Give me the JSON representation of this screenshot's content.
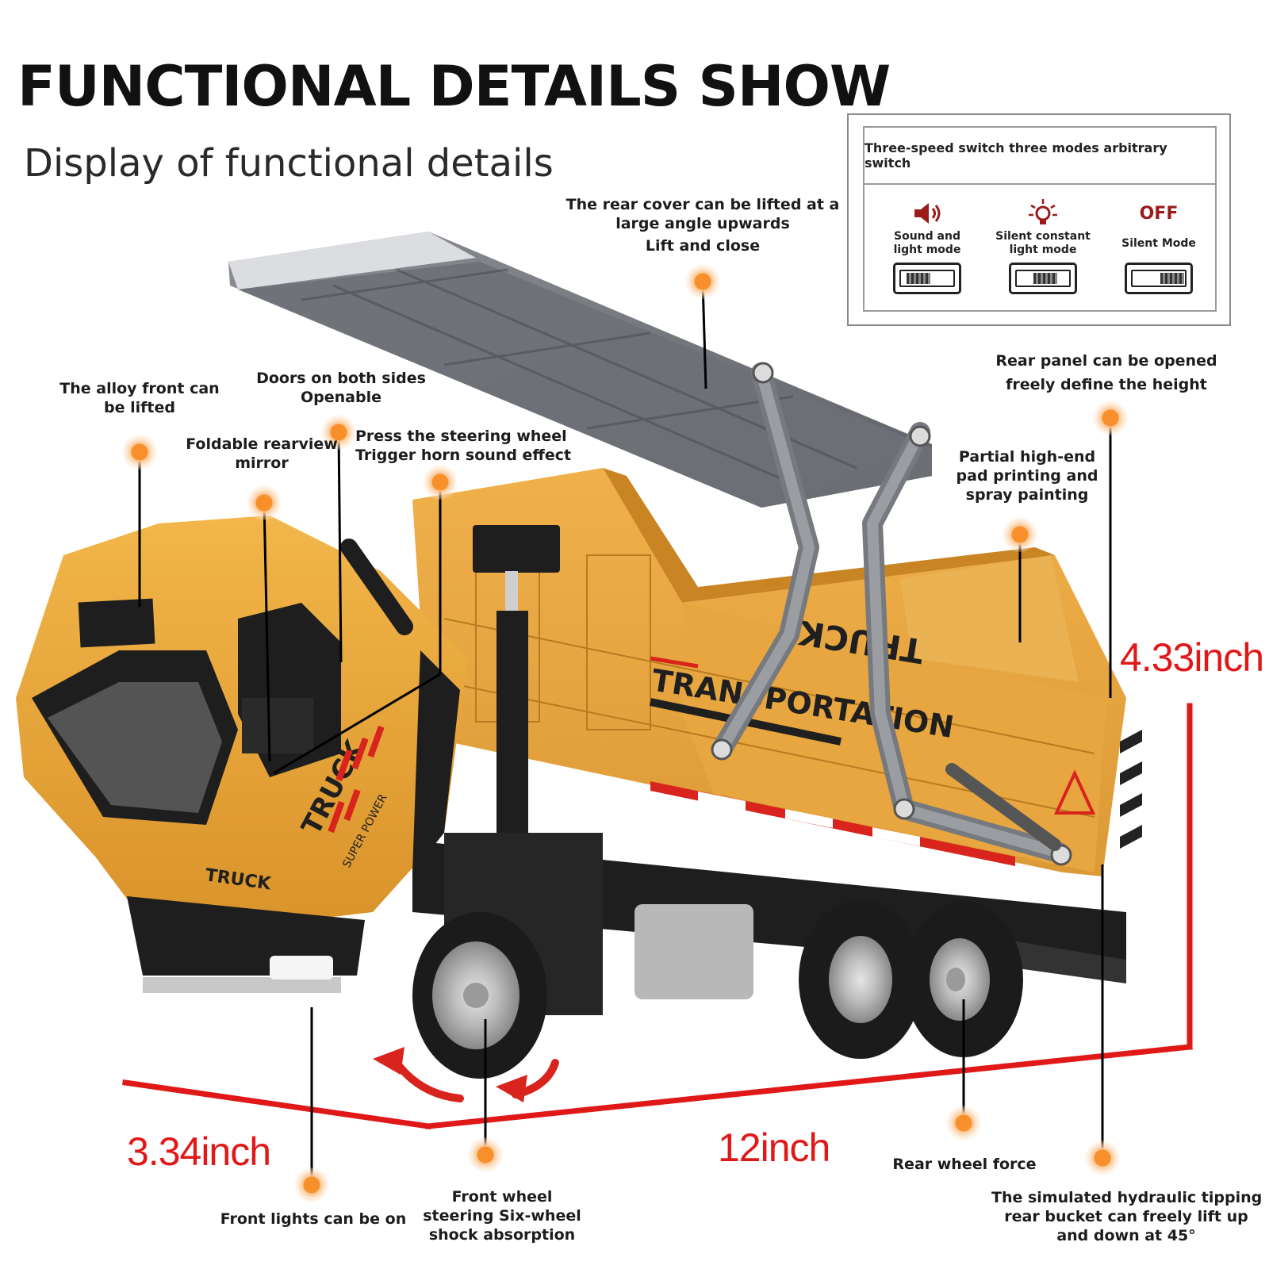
{
  "header": {
    "title": "FUNCTIONAL DETAILS SHOW",
    "subtitle": "Display of functional details"
  },
  "switch_panel": {
    "heading": "Three-speed switch three modes arbitrary switch",
    "modes": [
      {
        "label_lines": [
          "Sound and",
          "light mode"
        ],
        "icon": "speaker-icon"
      },
      {
        "label_lines": [
          "Silent constant",
          "light mode"
        ],
        "icon": "light-bulb-icon"
      },
      {
        "label_lines": [
          "Silent Mode"
        ],
        "icon_text": "OFF",
        "icon": "off-text-icon"
      }
    ]
  },
  "callouts": {
    "rear_cover": [
      "The rear cover can be lifted at a",
      "large angle upwards",
      "Lift and close"
    ],
    "alloy_front": [
      "The alloy front can",
      "be lifted"
    ],
    "doors": [
      "Doors on both sides",
      "Openable"
    ],
    "mirror": [
      "Foldable rearview",
      "mirror"
    ],
    "steering_horn": [
      "Press the steering wheel",
      "Trigger horn sound effect"
    ],
    "rear_panel": [
      "Rear panel can be opened",
      "freely define the height"
    ],
    "pad_printing": [
      "Partial high-end",
      "pad printing and",
      "spray painting"
    ],
    "front_lights": [
      "Front lights can be on"
    ],
    "front_wheel": [
      "Front wheel",
      "steering Six-wheel",
      "shock absorption"
    ],
    "rear_wheel": [
      "Rear wheel force"
    ],
    "hydraulic": [
      "The simulated hydraulic tipping",
      "rear bucket can freely lift up",
      "and down at 45°"
    ]
  },
  "dimensions": {
    "height": "4.33inch",
    "width": "3.34inch",
    "length": "12inch"
  },
  "truck_printing": {
    "cab_text": "TRUCK",
    "cab_sub": "SUPER POWER",
    "bumper_text": "TRUCK",
    "bucket_text": "TRANSPORTATION",
    "bucket_back_text": "TRUCK"
  },
  "colors": {
    "accent_dimension": "#e01818",
    "callout_dot": "#f7902a",
    "truck_yellow": "#e9a83a",
    "truck_dark": "#1e1e1e"
  }
}
